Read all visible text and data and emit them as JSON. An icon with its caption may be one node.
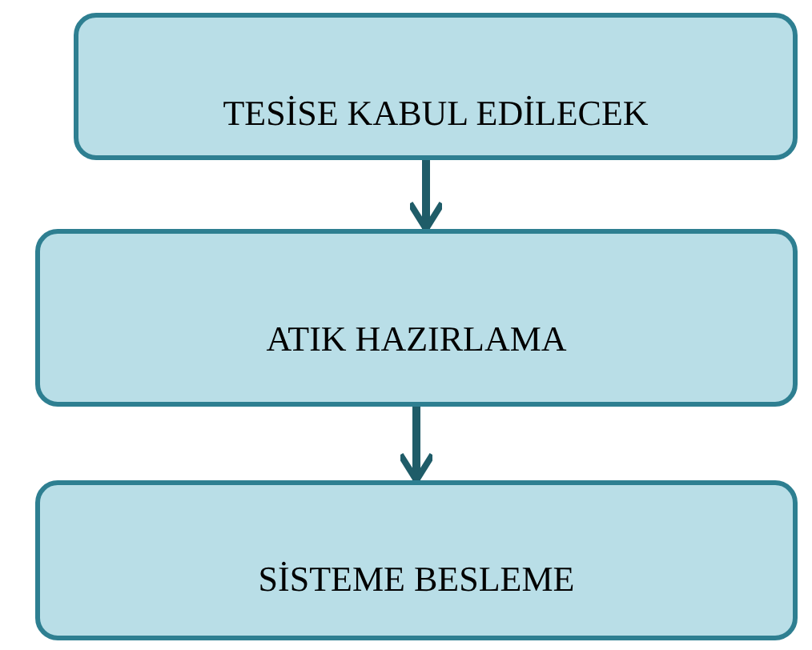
{
  "diagram": {
    "nodes": [
      {
        "text": [
          "TESİSE KABUL EDİLECEK"
        ]
      },
      {
        "text": [
          "ATIK HAZIRLAMA"
        ]
      },
      {
        "text": [
          "SİSTEME BESLEME"
        ]
      }
    ],
    "edges": [
      {
        "from": 0,
        "to": 1,
        "arrow": "to"
      },
      {
        "from": 1,
        "to": 2,
        "arrow": "to"
      }
    ]
  }
}
